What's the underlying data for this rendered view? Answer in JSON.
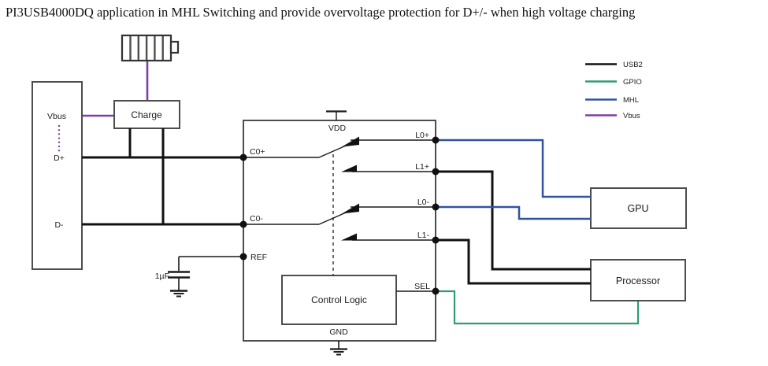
{
  "title": "PI3USB4000DQ application in MHL Switching and provide overvoltage protection for D+/- when high voltage charging",
  "colors": {
    "usb2": "#111111",
    "gpio": "#2e9e72",
    "mhl": "#33539f",
    "vbus": "#7d3fa5",
    "box_border": "#4d4d4d",
    "wire_thin": "#1a1a1a"
  },
  "legend": {
    "items": [
      {
        "label": "USB2",
        "color": "#111111"
      },
      {
        "label": "GPIO",
        "color": "#2e9e72"
      },
      {
        "label": "MHL",
        "color": "#33539f"
      },
      {
        "label": "Vbus",
        "color": "#7d3fa5"
      }
    ]
  },
  "connector": {
    "vbus": "Vbus",
    "d_plus": "D+",
    "d_minus": "D-"
  },
  "charge": {
    "label": "Charge"
  },
  "ic": {
    "vdd": "VDD",
    "gnd": "GND",
    "c0_plus": "C0+",
    "c0_minus": "C0-",
    "ref": "REF",
    "l0_plus": "L0+",
    "l1_plus": "L1+",
    "l0_minus": "L0-",
    "l1_minus": "L1-",
    "sel": "SEL",
    "control_logic": "Control Logic"
  },
  "capacitor": {
    "value": "1µF"
  },
  "gpu": {
    "label": "GPU"
  },
  "processor": {
    "label": "Processor"
  }
}
